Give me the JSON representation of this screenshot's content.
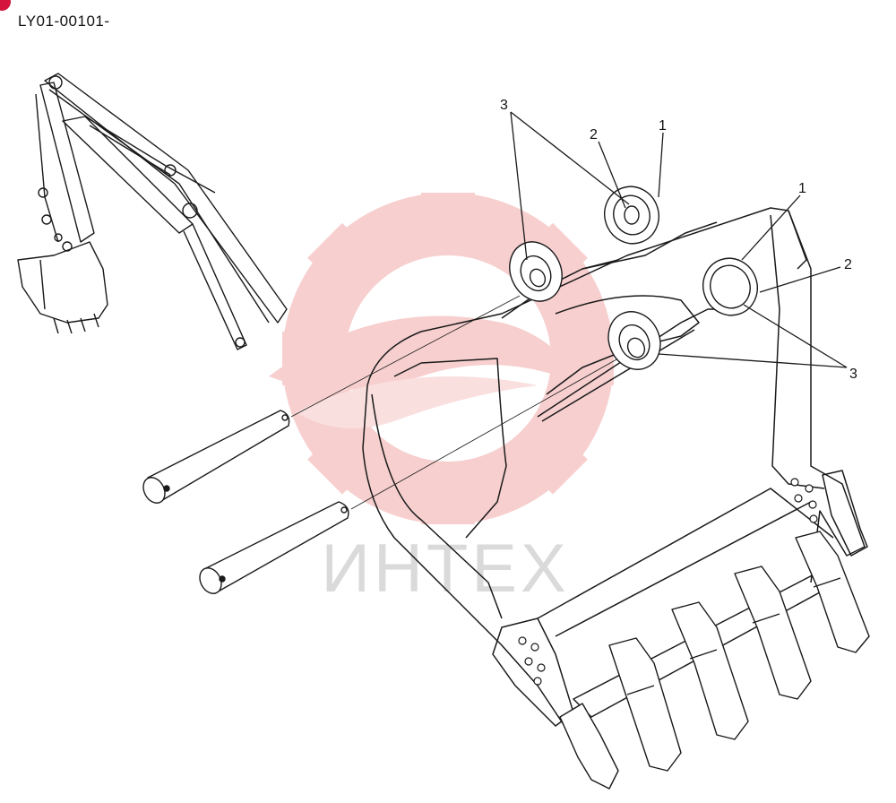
{
  "figure": {
    "part_code": "LY01-00101-",
    "watermark_text": "ИНТЕХ",
    "callouts": [
      "1",
      "2",
      "3"
    ]
  },
  "colors": {
    "line": "#1a1a1a",
    "watermark": "#f2b7b7",
    "watermark_text": "#d9d9d9",
    "accent_dot": "#d4143c"
  },
  "icons": {
    "watermark_logo": "gear-with-swoosh-logo"
  }
}
